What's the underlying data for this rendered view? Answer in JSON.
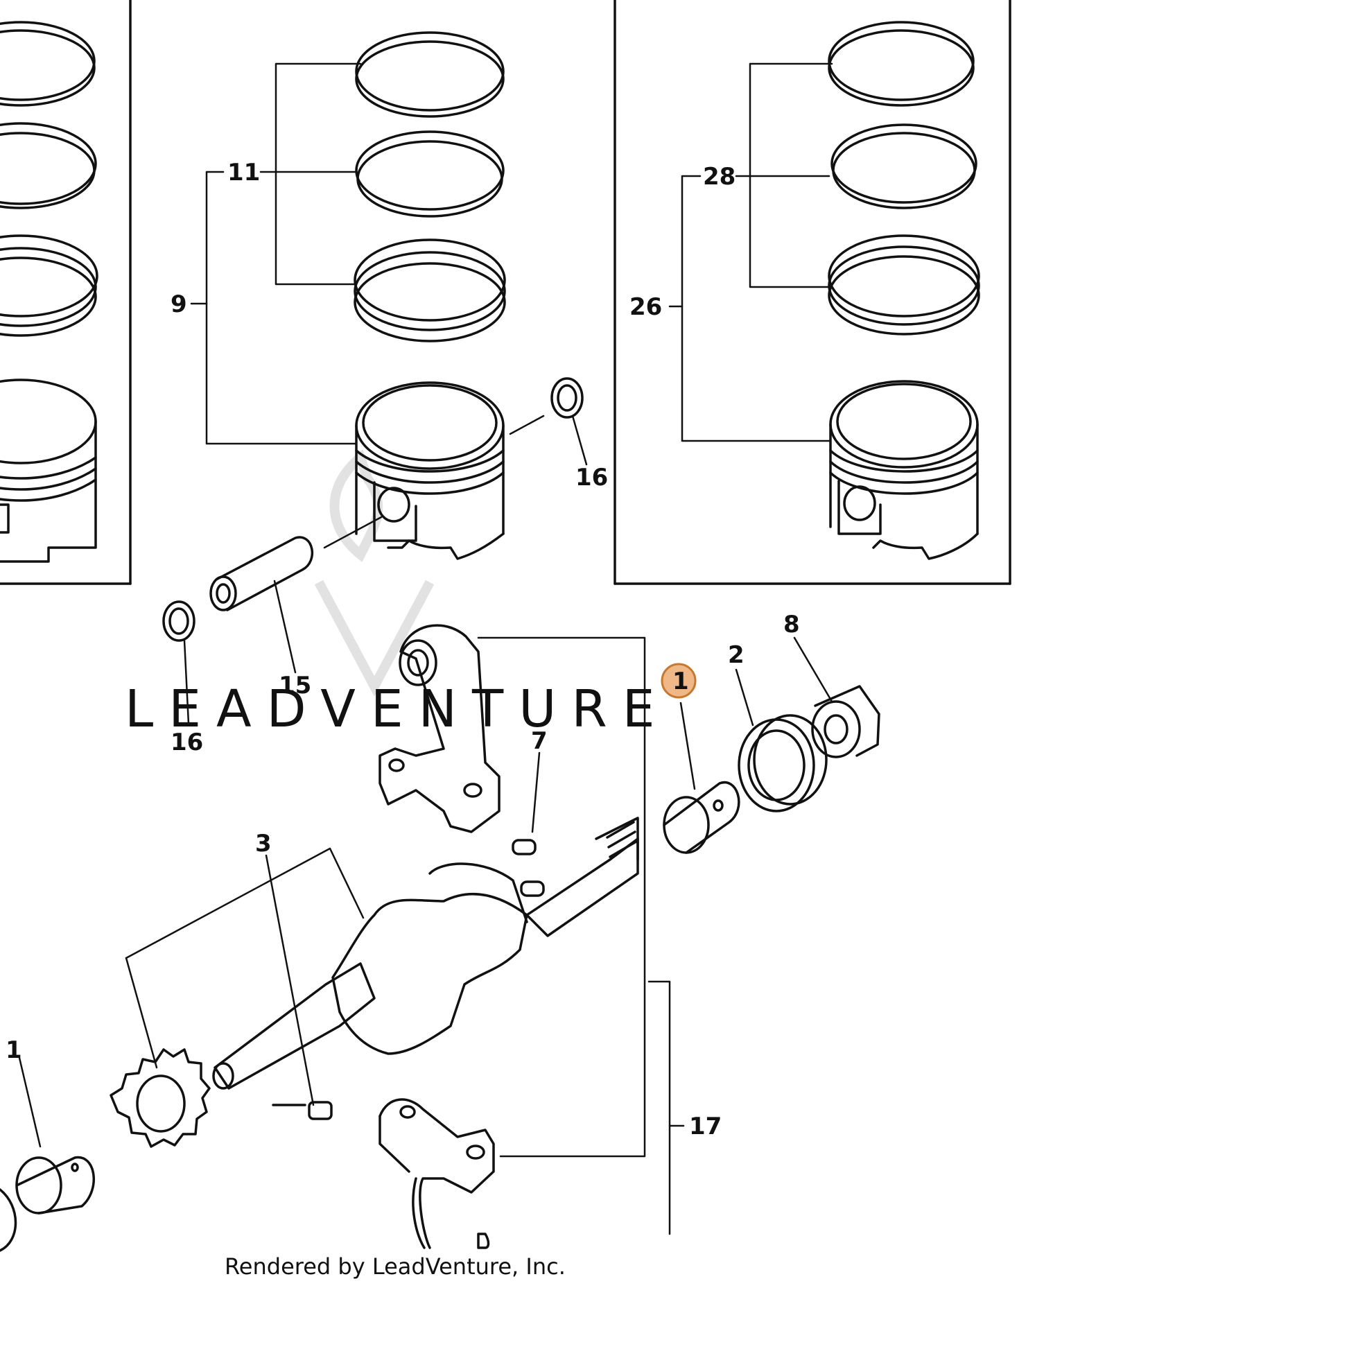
{
  "watermark": {
    "brand": "LEADVENTURE"
  },
  "footer": {
    "credit": "Rendered by LeadVenture, Inc."
  },
  "callouts": {
    "c1_top": "1",
    "c1_bottom": "1",
    "c2": "2",
    "c3": "3",
    "c7": "7",
    "c8": "8",
    "c9": "9",
    "c11": "11",
    "c15": "15",
    "c16_right": "16",
    "c16_left": "16",
    "c17": "17",
    "c26": "26",
    "c28": "28"
  },
  "colors": {
    "line": "#111111",
    "highlight": "#e8a060",
    "watermark": "#dcdcdc"
  }
}
